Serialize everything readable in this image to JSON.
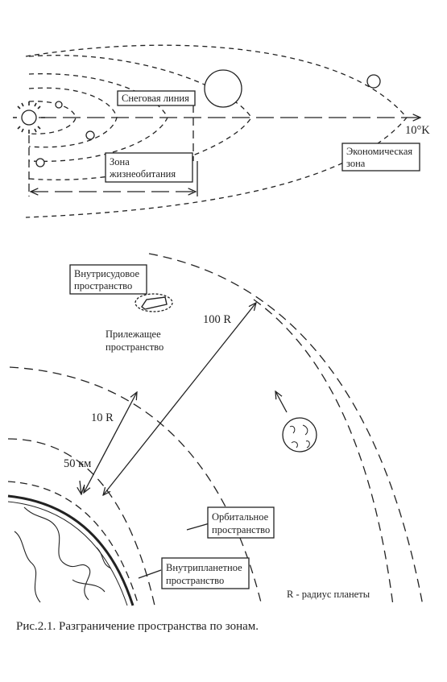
{
  "solar_diagram": {
    "snow_line": "Снеговая линия",
    "habitable_zone": [
      "Зона",
      "жизнеобитания"
    ],
    "economic_zone": [
      "Экономическая",
      "зона"
    ],
    "temperature": "10°K"
  },
  "planet_diagram": {
    "cislunar_space": [
      "Внутрисудовое",
      "пространство"
    ],
    "adjacent_space": [
      "Прилежащее",
      "пространство"
    ],
    "distance_100R": "100 R",
    "distance_10R": "10 R",
    "distance_50km": "50 км",
    "orbital_space": [
      "Орбитальное",
      "пространство"
    ],
    "intraplanetary_space": [
      "Внутрипланетное",
      "пространство"
    ],
    "radius_note": "R - радиус планеты"
  },
  "caption": "Рис.2.1. Разграничение пространства по зонам."
}
